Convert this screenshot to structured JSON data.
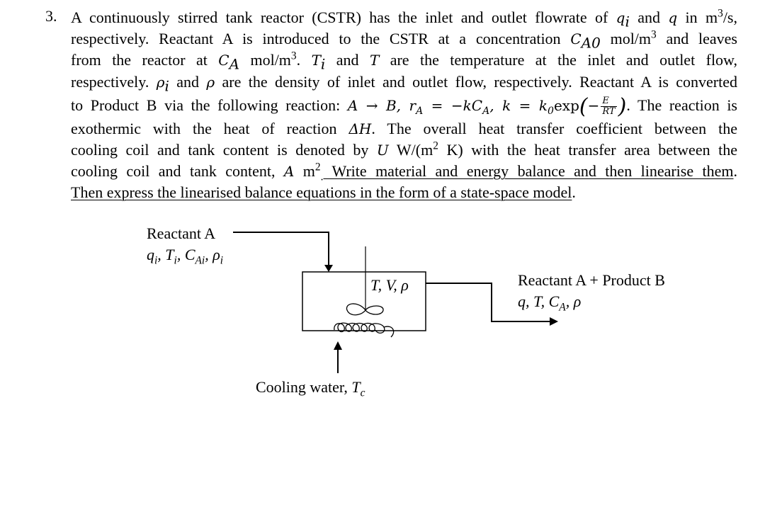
{
  "question": {
    "number": "3.",
    "lines": [
      {
        "parts": [
          "A continuously stirred tank reactor (CSTR) has the inlet and outlet flowrate of ",
          "q",
          "i",
          " and ",
          "q",
          " in m",
          "3",
          "/s,"
        ]
      },
      {
        "parts": [
          "respectively. Reactant A is introduced to the CSTR at a concentration ",
          "C",
          "A0",
          " mol/m",
          "3",
          " and leaves"
        ]
      },
      {
        "parts": [
          "from the reactor at ",
          "C",
          "A",
          " mol/m",
          "3",
          ". ",
          "T",
          "i",
          " and ",
          "T",
          " are the temperature at the inlet and outlet flow,"
        ]
      },
      {
        "parts": [
          "respectively. ",
          "ρ",
          "i",
          " and ",
          "ρ",
          " are the density of inlet and outlet flow, respectively. Reactant A is converted"
        ]
      },
      {
        "parts": [
          "to Product B via the following reaction: ",
          "A → B, r",
          "A",
          " = −kC",
          "A",
          ", k = k",
          "0",
          "exp",
          "E",
          "RT",
          ". The reaction is"
        ]
      },
      {
        "parts": [
          "exothermic with the heat of reaction ",
          "ΔH",
          ". The overall heat transfer coefficient between the"
        ]
      },
      {
        "parts": [
          "cooling coil and tank content is denoted by ",
          "U",
          " W/(m",
          "2",
          " K) with the heat transfer area between the"
        ]
      },
      {
        "parts": [
          "cooling coil and tank content, ",
          "A",
          " m",
          "2",
          ".",
          " Write material and energy balance and then linearise them",
          "."
        ]
      },
      {
        "parts": [
          "Then express the linearised balance equations in the form of a state-space model",
          "."
        ]
      }
    ]
  },
  "diagram": {
    "inlet_label": "Reactant A",
    "inlet_vars": {
      "q": "q",
      "q_sub": "i",
      "T": "T",
      "T_sub": "i",
      "C": "C",
      "C_sub": "Ai",
      "rho": "ρ",
      "rho_sub": "i",
      "sep": ", "
    },
    "tank_vars": "T, V, ρ",
    "outlet_label": "Reactant A + Product B",
    "outlet_vars": {
      "q": "q",
      "T": "T",
      "C": "C",
      "C_sub": "A",
      "rho": "ρ",
      "sep": ", "
    },
    "cooling_label": "Cooling water, ",
    "cooling_var": "T",
    "cooling_sub": "c"
  }
}
